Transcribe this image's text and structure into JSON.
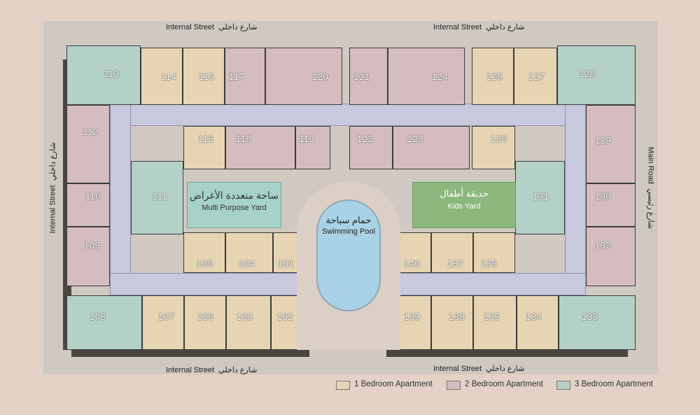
{
  "streets": {
    "top_left_en": "Internal Street",
    "top_left_ar": "شارع داخلي",
    "top_right_en": "Internal Street",
    "top_right_ar": "شارع داخلي",
    "bottom_left_en": "Internal Street",
    "bottom_left_ar": "شارع داخلي",
    "bottom_right_en": "Internal Street",
    "bottom_right_ar": "شارع داخلي",
    "left_en": "Internal Street",
    "left_ar": "شارع داخلي",
    "right_en": "Main Road",
    "right_ar": "شارع رئيسي"
  },
  "yards": {
    "multi_purpose_ar": "ساحة متعددة الأغراض",
    "multi_purpose_en": "Multi Purpose Yard",
    "pool_ar": "حمام سباحة",
    "pool_en": "Swimming Pool",
    "kids_ar": "حديقة أطفال",
    "kids_en": "Kids Yard"
  },
  "units": {
    "u113": "113",
    "u114": "114",
    "u115": "115",
    "u117": "117",
    "u120": "120",
    "u121": "121",
    "u124": "124",
    "u125": "125",
    "u127": "127",
    "u128": "128",
    "u112": "112",
    "u116": "116",
    "u118": "118",
    "u119": "119",
    "u122": "122",
    "u123": "123",
    "u126": "126",
    "u129": "129",
    "u110": "110",
    "u111": "111",
    "u131": "131",
    "u130": "130",
    "u109": "109",
    "u132": "132",
    "u105": "105",
    "u104": "104",
    "u101": "101",
    "u140": "140",
    "u137": "137",
    "u136": "136",
    "u108": "108",
    "u107": "107",
    "u106": "106",
    "u103": "103",
    "u102": "102",
    "u139": "139",
    "u138": "138",
    "u135": "135",
    "u134": "134",
    "u133": "133"
  },
  "legend": {
    "one_bedroom": "1 Bedroom Apartment",
    "two_bedroom": "2 Bedroom Apartment",
    "three_bedroom": "3 Bedroom Apartment"
  },
  "colors": {
    "one_bedroom": "#e6d4b3",
    "two_bedroom": "#d5bdbf",
    "three_bedroom": "#b3d1c6",
    "background": "#e3d2c5",
    "corridor": "#c9c9de"
  }
}
